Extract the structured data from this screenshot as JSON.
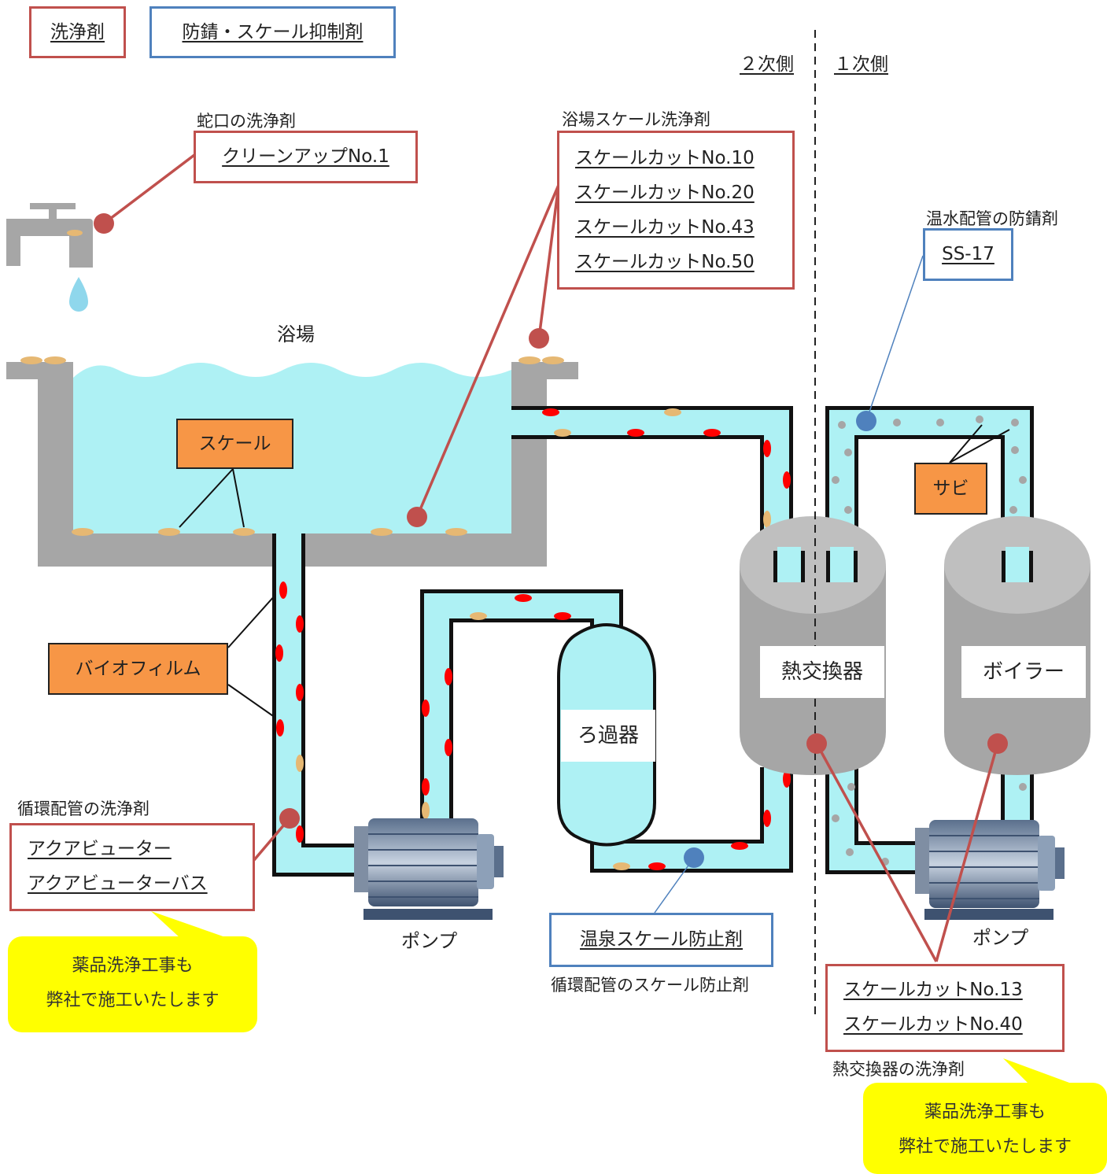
{
  "legend": {
    "cleaner": "洗浄剤",
    "inhibitor": "防錆・スケール抑制剤"
  },
  "sides": {
    "secondary": "２次側",
    "primary": "１次側"
  },
  "faucet": {
    "caption": "蛇口の洗浄剤",
    "product": "クリーンアップNo.1"
  },
  "bath": {
    "label": "浴場",
    "caption": "浴場スケール洗浄剤",
    "products": [
      "スケールカットNo.10",
      "スケールカットNo.20",
      "スケールカットNo.43",
      "スケールカットNo.50"
    ]
  },
  "hot_water": {
    "caption": "温水配管の防錆剤",
    "product": "SS-17"
  },
  "tags": {
    "scale": "スケール",
    "rust": "サビ",
    "biofilm": "バイオフィルム"
  },
  "equipment": {
    "filter": "ろ過器",
    "heat_exchanger": "熱交換器",
    "boiler": "ボイラー",
    "pump_left": "ポンプ",
    "pump_right": "ポンプ"
  },
  "circulation": {
    "caption": "循環配管の洗浄剤",
    "products": [
      "アクアビューター",
      "アクアビューターバス"
    ]
  },
  "onsen": {
    "product": "温泉スケール防止剤",
    "caption": "循環配管のスケール防止剤"
  },
  "heat_exchanger_cleaner": {
    "products": [
      "スケールカットNo.13",
      "スケールカットNo.40"
    ],
    "caption": "熱交換器の洗浄剤"
  },
  "bubbles": {
    "left": {
      "line1": "薬品洗浄工事も",
      "line2": "弊社で施工いたします"
    },
    "right": {
      "line1": "薬品洗浄工事も",
      "line2": "弊社で施工いたします"
    }
  },
  "colors": {
    "cleaner_border": "#c0504d",
    "inhibitor_border": "#4f81bd",
    "tag_fill": "#f79646",
    "bubble_fill": "#ffff00",
    "water": "#aef1f4",
    "equipment": "#a6a6a6",
    "biofilm_spots": "#ff0000",
    "scale_spots": "#e6b873",
    "rust_spots": "#a6a6a6"
  },
  "icons": [
    "faucet-icon",
    "water-drop-icon",
    "pump-icon"
  ]
}
